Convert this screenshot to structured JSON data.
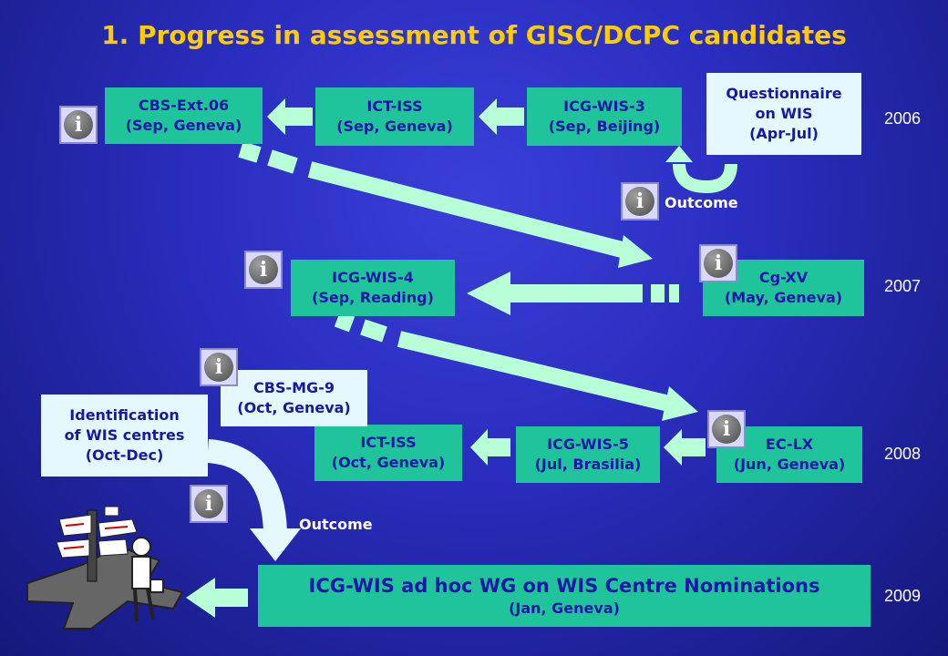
{
  "title": "1.  Progress in assessment of GISC/DCPC candidates",
  "years": [
    "2006",
    "2007",
    "2008",
    "2009"
  ],
  "outcome_label": "Outcome",
  "info_glyph": "i",
  "boxes": {
    "cbs_ext06": {
      "line1": "CBS-Ext.06",
      "line2": "(Sep, Geneva)"
    },
    "ict_iss_2006": {
      "line1": "ICT-ISS",
      "line2": "(Sep, Geneva)"
    },
    "icg_wis_3": {
      "line1": "ICG-WIS-3",
      "line2": "(Sep, Beijing)"
    },
    "questionnaire": {
      "line1": "Questionnaire",
      "line2": "on WIS",
      "line3": "(Apr-Jul)"
    },
    "cg_xv": {
      "line1": "Cg-XV",
      "line2": "(May, Geneva)"
    },
    "icg_wis_4": {
      "line1": "ICG-WIS-4",
      "line2": "(Sep, Reading)"
    },
    "cbs_mg_9": {
      "line1": "CBS-MG-9",
      "line2": "(Oct, Geneva)"
    },
    "identification": {
      "line1": "Identification",
      "line2": "of WIS centres",
      "line3": "(Oct-Dec)"
    },
    "ict_iss_2008": {
      "line1": "ICT-ISS",
      "line2": "(Oct, Geneva)"
    },
    "icg_wis_5": {
      "line1": "ICG-WIS-5",
      "line2": "(Jul, Brasilia)"
    },
    "ec_lx": {
      "line1": "EC-LX",
      "line2": "(Jun, Geneva)"
    },
    "adhoc_wg": {
      "line1": "ICG-WIS ad hoc WG on WIS Centre Nominations",
      "line2": "(Jan, Geneva)"
    }
  },
  "colors": {
    "title": "#ffcc00",
    "box_fill": "#1fc49b",
    "box_text": "#1717a8",
    "light_box_fill": "#e6f8ff",
    "arrow": "#b8ffd8"
  }
}
